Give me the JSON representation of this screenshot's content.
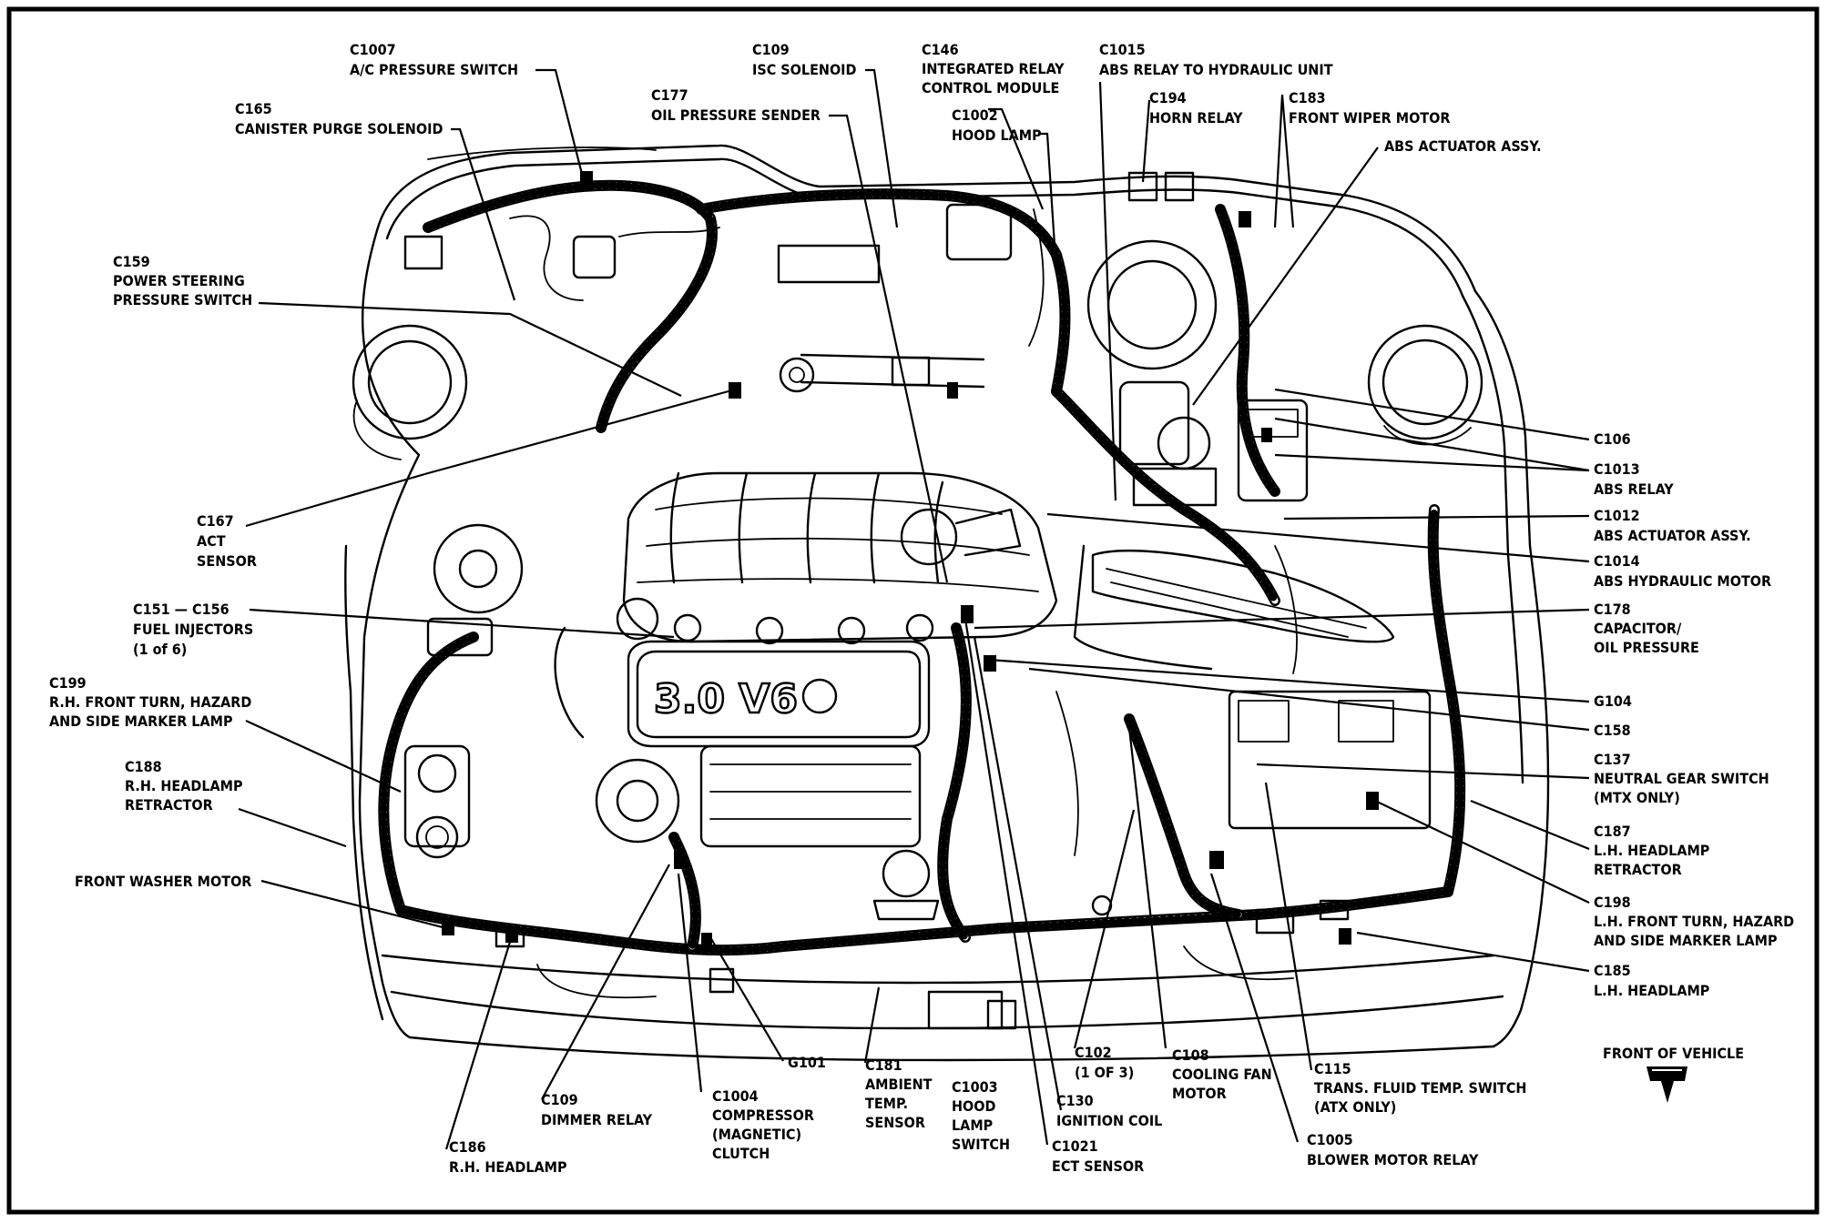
{
  "diagram": {
    "emblem": "3.0 V6",
    "front_label": "FRONT OF VEHICLE",
    "labels": [
      {
        "id": "c1007",
        "lines": [
          "C1007",
          "A/C PRESSURE SWITCH"
        ]
      },
      {
        "id": "c165",
        "lines": [
          "C165",
          "CANISTER PURGE SOLENOID"
        ]
      },
      {
        "id": "c159",
        "lines": [
          "C159",
          "POWER STEERING",
          "PRESSURE SWITCH"
        ]
      },
      {
        "id": "c167",
        "lines": [
          "C167",
          "ACT",
          "SENSOR"
        ]
      },
      {
        "id": "c151",
        "lines": [
          "C151 — C156",
          "FUEL INJECTORS",
          "(1 of 6)"
        ]
      },
      {
        "id": "c199",
        "lines": [
          "C199",
          "R.H. FRONT TURN, HAZARD",
          "AND SIDE MARKER LAMP"
        ]
      },
      {
        "id": "c188",
        "lines": [
          "C188",
          "R.H. HEADLAMP",
          "RETRACTOR"
        ]
      },
      {
        "id": "washer",
        "lines": [
          "FRONT WASHER MOTOR"
        ]
      },
      {
        "id": "c186",
        "lines": [
          "C186",
          "R.H. HEADLAMP"
        ]
      },
      {
        "id": "c109d",
        "lines": [
          "C109",
          "DIMMER RELAY"
        ]
      },
      {
        "id": "c1004",
        "lines": [
          "C1004",
          "COMPRESSOR",
          "(MAGNETIC)",
          "CLUTCH"
        ]
      },
      {
        "id": "g101",
        "lines": [
          "G101"
        ]
      },
      {
        "id": "c181",
        "lines": [
          "C181",
          "AMBIENT",
          "TEMP.",
          "SENSOR"
        ]
      },
      {
        "id": "c1003",
        "lines": [
          "C1003",
          "HOOD",
          "LAMP",
          "SWITCH"
        ]
      },
      {
        "id": "c130",
        "lines": [
          "C130",
          "IGNITION COIL"
        ]
      },
      {
        "id": "c1021",
        "lines": [
          "C1021",
          "ECT SENSOR"
        ]
      },
      {
        "id": "c102",
        "lines": [
          "C102",
          "(1 OF 3)"
        ]
      },
      {
        "id": "c108",
        "lines": [
          "C108",
          "COOLING FAN",
          "MOTOR"
        ]
      },
      {
        "id": "c115",
        "lines": [
          "C115",
          "TRANS. FLUID TEMP. SWITCH",
          "(ATX ONLY)"
        ]
      },
      {
        "id": "c1005",
        "lines": [
          "C1005",
          "BLOWER MOTOR RELAY"
        ]
      },
      {
        "id": "c177",
        "lines": [
          "C177",
          "OIL PRESSURE SENDER"
        ]
      },
      {
        "id": "c109i",
        "lines": [
          "C109",
          "ISC SOLENOID"
        ]
      },
      {
        "id": "c146",
        "lines": [
          "C146",
          "INTEGRATED RELAY",
          "CONTROL MODULE"
        ]
      },
      {
        "id": "c1002",
        "lines": [
          "C1002",
          "HOOD LAMP"
        ]
      },
      {
        "id": "c1015",
        "lines": [
          "C1015",
          "ABS RELAY TO HYDRAULIC UNIT"
        ]
      },
      {
        "id": "c194",
        "lines": [
          "C194",
          "HORN RELAY"
        ]
      },
      {
        "id": "c183",
        "lines": [
          "C183",
          "FRONT WIPER MOTOR"
        ]
      },
      {
        "id": "absact",
        "lines": [
          "ABS ACTUATOR ASSY."
        ]
      },
      {
        "id": "c106",
        "lines": [
          "C106"
        ]
      },
      {
        "id": "c1013",
        "lines": [
          "C1013",
          "ABS RELAY"
        ]
      },
      {
        "id": "c1012",
        "lines": [
          "C1012",
          "ABS ACTUATOR ASSY."
        ]
      },
      {
        "id": "c1014",
        "lines": [
          "C1014",
          "ABS HYDRAULIC MOTOR"
        ]
      },
      {
        "id": "c178",
        "lines": [
          "C178",
          "CAPACITOR/",
          "OIL PRESSURE"
        ]
      },
      {
        "id": "g104",
        "lines": [
          "G104"
        ]
      },
      {
        "id": "c158",
        "lines": [
          "C158"
        ]
      },
      {
        "id": "c137",
        "lines": [
          "C137",
          "NEUTRAL GEAR SWITCH",
          "(MTX ONLY)"
        ]
      },
      {
        "id": "c187",
        "lines": [
          "C187",
          "L.H. HEADLAMP",
          "RETRACTOR"
        ]
      },
      {
        "id": "c198",
        "lines": [
          "C198",
          "L.H. FRONT TURN, HAZARD",
          "AND SIDE MARKER LAMP"
        ]
      },
      {
        "id": "c185",
        "lines": [
          "C185",
          "L.H. HEADLAMP"
        ]
      }
    ]
  }
}
